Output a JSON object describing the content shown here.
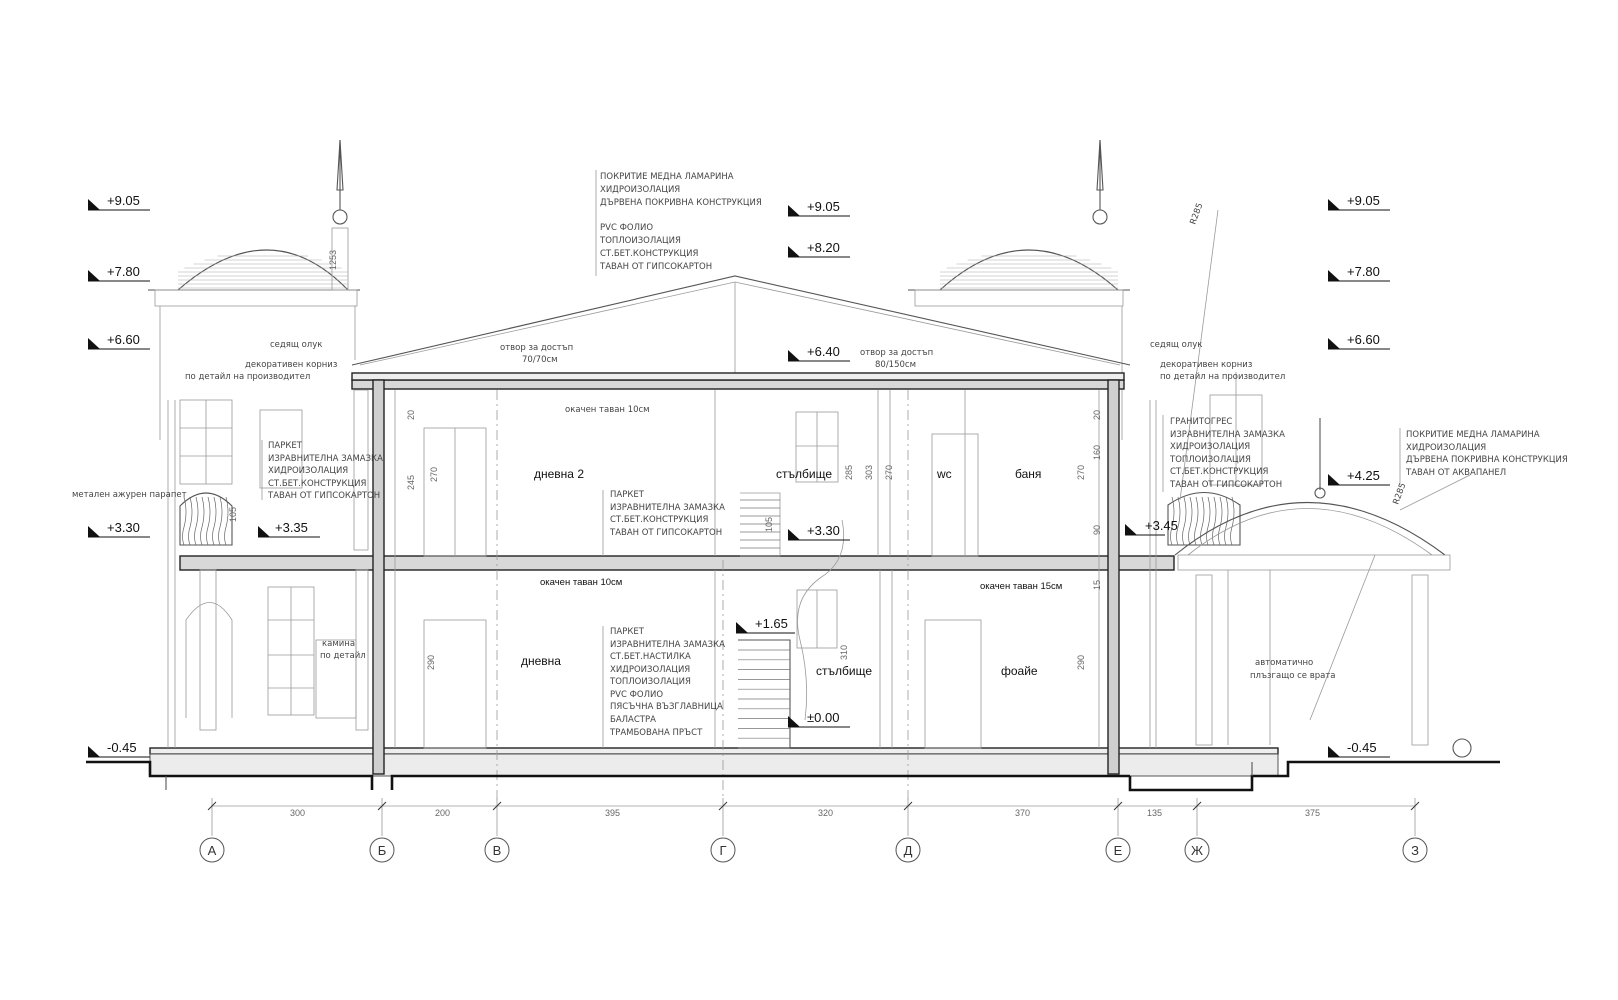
{
  "levels": {
    "left": [
      "+9.05",
      "+7.80",
      "+6.60",
      "+3.30",
      "-0.45"
    ],
    "center": [
      "+9.05",
      "+8.20",
      "+6.40",
      "+3.30",
      "+1.65",
      "±0.00"
    ],
    "right": [
      "+9.05",
      "+7.80",
      "+6.60",
      "+4.25",
      "+3.45",
      "-0.45"
    ],
    "balcony": "+3.35"
  },
  "rooms": {
    "living2": "дневна 2",
    "stair_upper": "стълбище",
    "wc": "wc",
    "bath": "баня",
    "living": "дневна",
    "stair_lower": "стълбище",
    "foyer": "фоайе"
  },
  "ceiling_notes": {
    "left": "окачен таван 10см",
    "right": "окачен таван 15см",
    "attic": "окачен таван 10см"
  },
  "layers": {
    "roof_main": [
      "ПОКРИТИЕ МЕДНА ЛАМАРИНА",
      "ХИДРОИЗОЛАЦИЯ",
      "ДЪРВЕНА ПОКРИВНА КОНСТРУКЦИЯ",
      "РVС ФОЛИО",
      "ТОПЛОИЗОЛАЦИЯ",
      "СТ.БЕТ.КОНСТРУКЦИЯ",
      "ТАВАН ОТ ГИПСОКАРТОН"
    ],
    "floor_upper_left": [
      "ПАРКЕТ",
      "ИЗРАВНИТЕЛНА ЗАМАЗКА",
      "ХИДРОИЗОЛАЦИЯ",
      "СТ.БЕТ.КОНСТРУКЦИЯ",
      "ТАВАН ОТ ГИПСОКАРТОН"
    ],
    "floor_upper_center": [
      "ПАРКЕТ",
      "ИЗРАВНИТЕЛНА ЗАМАЗКА",
      "СТ.БЕТ.КОНСТРУКЦИЯ",
      "ТАВАН ОТ ГИПСОКАРТОН"
    ],
    "floor_ground": [
      "ПАРКЕТ",
      "ИЗРАВНИТЕЛНА ЗАМАЗКА",
      "СТ.БЕТ.НАСТИЛКА",
      "ХИДРОИЗОЛАЦИЯ",
      "ТОПЛОИЗОЛАЦИЯ",
      "РVС ФОЛИО",
      "ПЯСЪЧНА ВЪЗГЛАВНИЦА",
      "БАЛАСТРА",
      "ТРАМБОВАНА ПРЪСТ"
    ],
    "balcony_right": [
      "ГРАНИТОГРЕС",
      "ИЗРАВНИТЕЛНА ЗАМАЗКА",
      "ХИДРОИЗОЛАЦИЯ",
      "ТОПЛОИЗОЛАЦИЯ",
      "СТ.БЕТ.КОНСТРУКЦИЯ",
      "ТАВАН ОТ ГИПСОКАРТОН"
    ],
    "canopy_roof": [
      "ПОКРИТИЕ МЕДНА ЛАМАРИНА",
      "ХИДРОИЗОЛАЦИЯ",
      "ДЪРВЕНА ПОКРИВНА КОНСТРУКЦИЯ",
      "ТАВАН ОТ АКВАПАНЕЛ"
    ]
  },
  "notes": {
    "seat_left": "седящ олук",
    "cornice_left_1": "декоративен корниз",
    "cornice_left_2": "по детайл на производител",
    "railing_left": "метален ажурен парапет",
    "chimney_1": "камина",
    "chimney_2": "по детайл",
    "hatch_1_a": "отвор за достъп",
    "hatch_1_b": "70/70см",
    "hatch_2_a": "отвор за достъп",
    "hatch_2_b": "80/150см",
    "seat_right": "седящ олук",
    "cornice_right_1": "декоративен корниз",
    "cornice_right_2": "по детайл на производител",
    "gate_1": "автоматично",
    "gate_2": "плъзгащо се врата",
    "radius_1": "R285",
    "radius_2": "R285"
  },
  "dims_bottom": [
    "300",
    "200",
    "395",
    "320",
    "370",
    "135",
    "375"
  ],
  "dims_vertical": {
    "d1": "245",
    "d2": "270",
    "d3": "20",
    "d4": "285",
    "d5": "303",
    "d6": "270",
    "d7": "160",
    "d8": "90",
    "d9": "105",
    "d10": "270",
    "d11": "290",
    "d12": "290",
    "d13": "310",
    "d14": "20",
    "d15": "15",
    "d16": "105",
    "d17": "1253"
  },
  "axes": [
    "А",
    "Б",
    "В",
    "Г",
    "Д",
    "Е",
    "Ж",
    "З"
  ]
}
